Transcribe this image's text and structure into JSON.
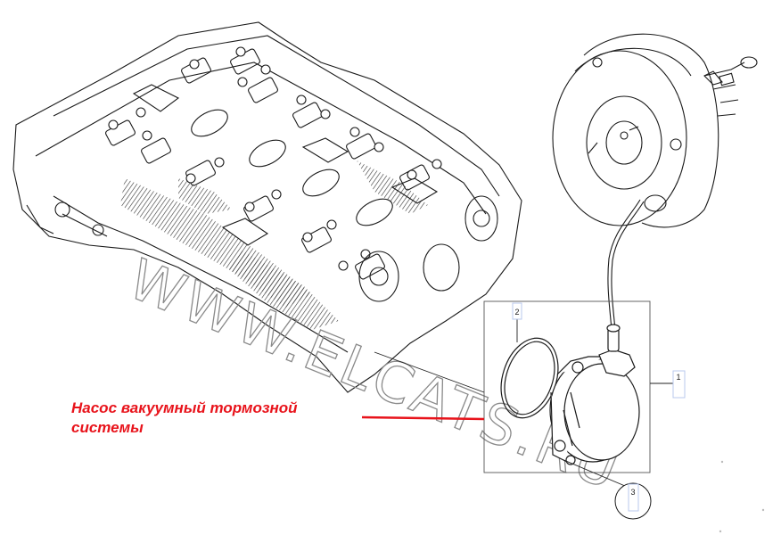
{
  "caption": {
    "line1": "Насос вакуумный тормозной",
    "line2": "системы"
  },
  "callouts": {
    "part1": "1",
    "part2": "2",
    "part3": "3"
  },
  "watermark": "WWW.ELCATS.RU",
  "colors": {
    "caption": "#e8131b",
    "leader_red": "#e8131b",
    "line_art": "#1a1a1a",
    "callout_box": "#b8c8ee"
  },
  "icons": {
    "cylinder_head": "cylinder-head-drawing",
    "brake_booster": "brake-booster-drawing",
    "vacuum_pump": "vacuum-pump-drawing",
    "o_ring": "o-ring-seal-drawing"
  }
}
